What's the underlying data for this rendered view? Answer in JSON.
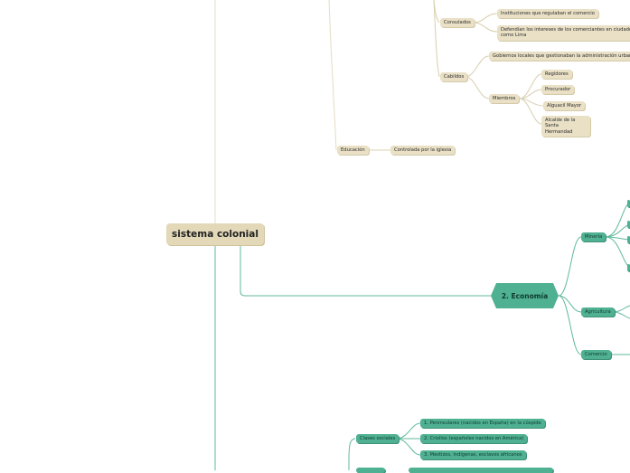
{
  "root": {
    "label": "sistema colonial"
  },
  "politics": {
    "consulados": {
      "label": "Consulados",
      "children": [
        "Instituciones que regulaban el comercio",
        "Defendían los intereses de los comerciantes en ciudades como Lima"
      ]
    },
    "cabildos": {
      "label": "Cabildos",
      "children": [
        "Gobiernos locales que gestionaban la administración urbana y"
      ]
    },
    "miembros": {
      "label": "Miembros",
      "children": [
        "Regidores",
        "Procurador",
        "Alguacil Mayor",
        "Alcalde de la Santa Hermandad"
      ]
    },
    "educacion": {
      "label": "Educación",
      "children": [
        "Controlada por la iglesia"
      ]
    }
  },
  "economy": {
    "label": "2. Economía",
    "children": [
      "Minería",
      "Agricultura",
      "Comercio"
    ]
  },
  "society": {
    "clases": {
      "label": "Clases sociales",
      "children": [
        "1. Peninsulares (nacidos en España) en la cúspide",
        "2. Criollos (españoles nacidos en América)",
        "3. Mestizos, indígenas, esclavos africanos"
      ]
    }
  },
  "colors": {
    "branch": "#5fb89c",
    "tan_link": "#d8cfae",
    "tan_node": "#e9e0c6",
    "green_node": "#4fb092"
  }
}
